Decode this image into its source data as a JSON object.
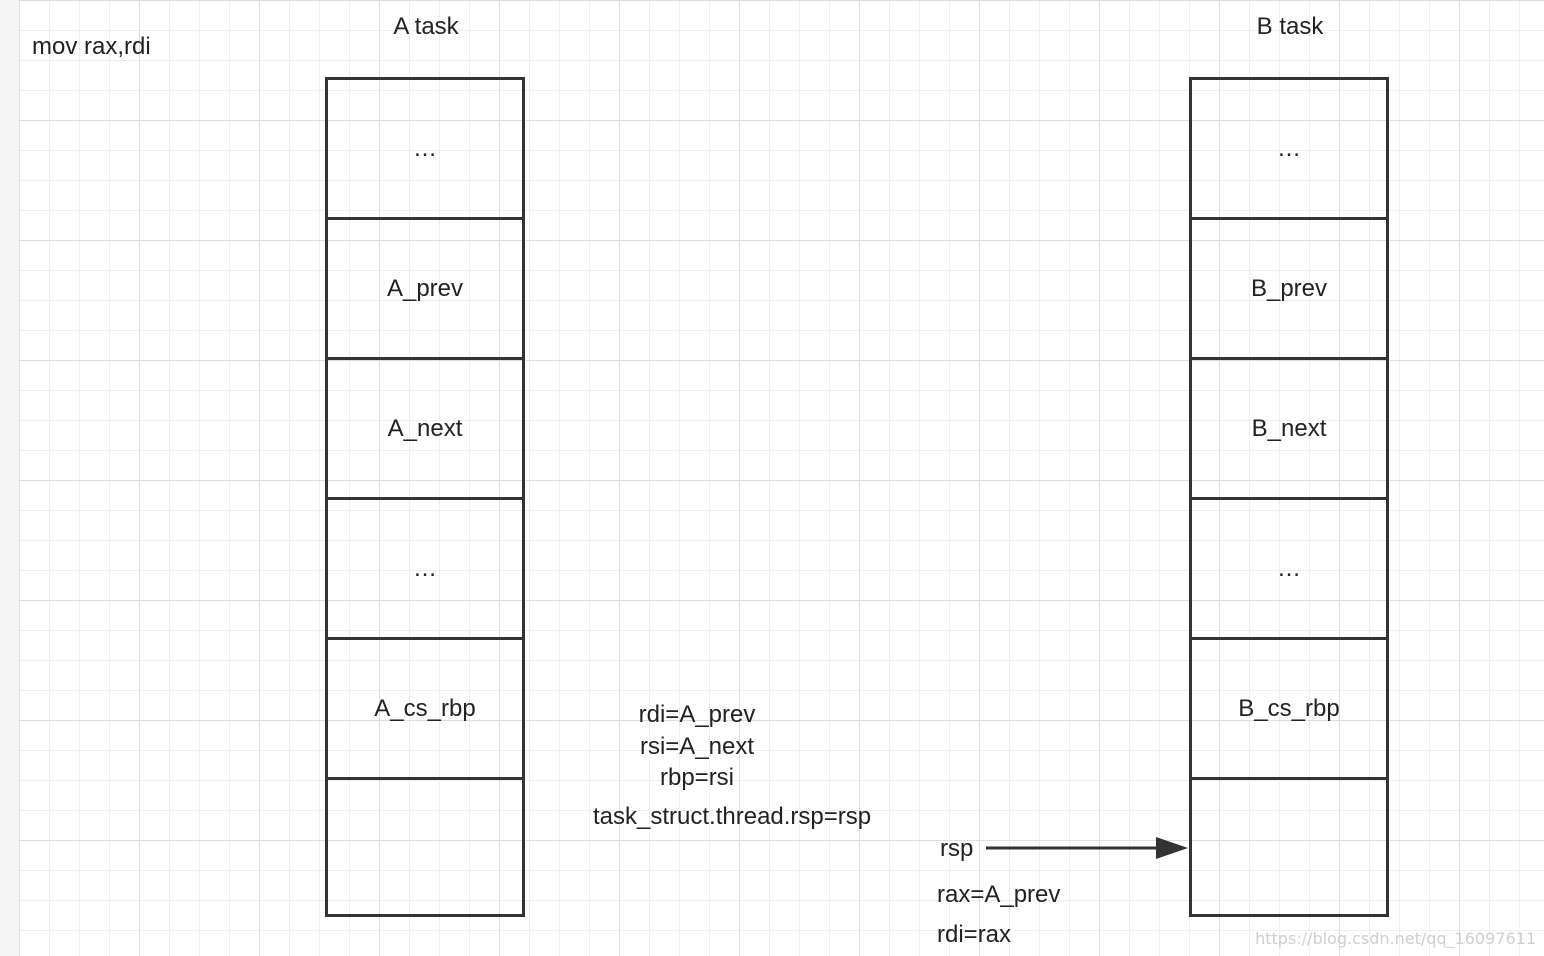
{
  "note_top_left": "mov rax,rdi",
  "task_a": {
    "title": "A task",
    "cells": [
      "…",
      "A_prev",
      "A_next",
      "…",
      "A_cs_rbp",
      ""
    ]
  },
  "task_b": {
    "title": "B task",
    "cells": [
      "…",
      "B_prev",
      "B_next",
      "…",
      "B_cs_rbp",
      ""
    ]
  },
  "middle_notes": [
    "rdi=A_prev",
    "rsi=A_next",
    "rbp=rsi"
  ],
  "thread_note": "task_struct.thread.rsp=rsp",
  "pointer": {
    "label": "rsp",
    "target": "B task bottom cell"
  },
  "bottom_notes": [
    "rax=A_prev",
    "rdi=rax"
  ],
  "watermark": "https://blog.csdn.net/qq_16097611"
}
